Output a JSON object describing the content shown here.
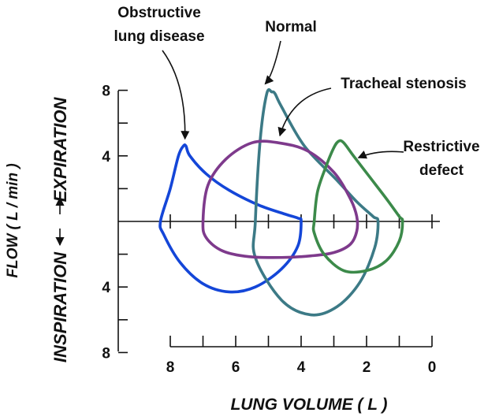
{
  "chart_data": {
    "type": "line",
    "title": "",
    "xlabel": "LUNG VOLUME ( L )",
    "ylabel": "FLOW ( L / min )",
    "y_region_labels": {
      "upper": "EXPIRATION",
      "lower": "INSPIRATION"
    },
    "x_axis_reversed": true,
    "x_ticks": [
      8,
      6,
      4,
      2,
      0
    ],
    "y_ticks_upper": [
      8,
      4
    ],
    "y_ticks_lower": [
      4,
      8
    ],
    "xlim": [
      0,
      9.6
    ],
    "ylim": [
      -8,
      8
    ],
    "series": [
      {
        "name": "Obstructive lung disease",
        "color": "#1446d8",
        "x": [
          8.3,
          8.0,
          7.75,
          7.6,
          7.52,
          7.4,
          6.9,
          6.2,
          5.3,
          4.5,
          4.1,
          4.0,
          4.1,
          4.6,
          5.4,
          6.2,
          7.0,
          7.7,
          8.2,
          8.3
        ],
        "y": [
          0,
          2.0,
          4.0,
          4.6,
          4.6,
          4.0,
          2.9,
          1.9,
          1.0,
          0.45,
          0.2,
          0,
          -1.5,
          -2.9,
          -4.0,
          -4.3,
          -3.8,
          -2.5,
          -0.8,
          0
        ]
      },
      {
        "name": "Normal",
        "color": "#3c7a86",
        "x": [
          5.4,
          5.25,
          5.05,
          4.9,
          4.8,
          4.6,
          3.9,
          2.9,
          2.3,
          1.8,
          1.65,
          1.75,
          2.2,
          2.9,
          3.7,
          4.6,
          5.4,
          5.4
        ],
        "y": [
          0,
          5.0,
          7.8,
          7.9,
          7.8,
          7.0,
          4.6,
          2.5,
          1.2,
          0.3,
          0,
          -1.6,
          -3.7,
          -5.2,
          -5.7,
          -4.8,
          -2.2,
          0
        ]
      },
      {
        "name": "Tracheal stenosis",
        "color": "#7e3a8c",
        "x": [
          7.0,
          6.85,
          6.3,
          5.5,
          4.7,
          3.8,
          3.0,
          2.5,
          2.3,
          2.3,
          2.5,
          3.0,
          3.7,
          4.6,
          5.6,
          6.4,
          6.9,
          7.0
        ],
        "y": [
          0,
          2.2,
          3.8,
          4.8,
          4.8,
          4.3,
          3.0,
          1.4,
          0.3,
          -0.6,
          -1.4,
          -1.9,
          -2.1,
          -2.2,
          -2.15,
          -1.8,
          -1.0,
          0
        ]
      },
      {
        "name": "Restrictive defect",
        "color": "#3c8a4a",
        "x": [
          3.6,
          3.5,
          3.25,
          3.0,
          2.85,
          2.7,
          2.4,
          1.9,
          1.4,
          1.0,
          0.9,
          1.0,
          1.4,
          2.0,
          2.7,
          3.3,
          3.6,
          3.6
        ],
        "y": [
          0,
          1.8,
          3.3,
          4.5,
          4.9,
          4.8,
          4.0,
          2.7,
          1.4,
          0.3,
          0,
          -1.2,
          -2.4,
          -3.0,
          -3.0,
          -2.0,
          -0.7,
          0
        ]
      }
    ],
    "annotations": [
      {
        "text_lines": [
          "Obstructive",
          "lung disease"
        ],
        "series": "Obstructive lung disease",
        "target": [
          7.55,
          4.65
        ]
      },
      {
        "text_lines": [
          "Normal"
        ],
        "series": "Normal",
        "target": [
          5.1,
          8.0
        ]
      },
      {
        "text_lines": [
          "Tracheal stenosis"
        ],
        "series": "Tracheal stenosis",
        "target": [
          4.65,
          4.85
        ]
      },
      {
        "text_lines": [
          "Restrictive",
          "defect"
        ],
        "series": "Restrictive defect",
        "target": [
          2.25,
          3.5
        ]
      }
    ],
    "grid": false,
    "legend": "none"
  }
}
